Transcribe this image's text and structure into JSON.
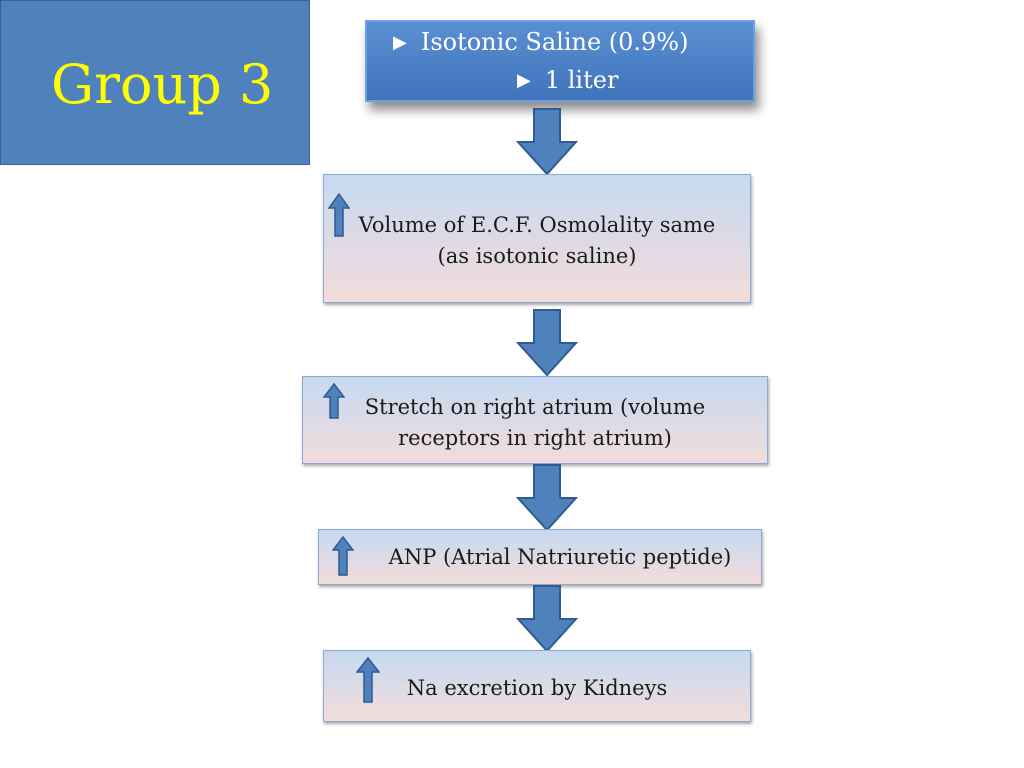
{
  "title": "Group 3",
  "top_box": {
    "line1": "Isotonic Saline (0.9%)",
    "line2": "1 liter"
  },
  "steps": [
    {
      "line1": "Volume of E.C.F.  Osmolality same",
      "line2": "(as isotonic saline)"
    },
    {
      "line1": "Stretch on right atrium (volume",
      "line2": "receptors in right atrium)"
    },
    {
      "line1": "ANP (Atrial Natriuretic peptide)"
    },
    {
      "line1": "Na excretion by Kidneys"
    }
  ],
  "colors": {
    "title_bg": "#4f81bd",
    "title_text": "#ffff00",
    "arrow_fill": "#4f81bd",
    "arrow_stroke": "#2f5b8f"
  },
  "icons": {
    "bullet": "triangle-right-icon",
    "indicator": "up-arrow-icon",
    "connector": "down-arrow-icon"
  }
}
